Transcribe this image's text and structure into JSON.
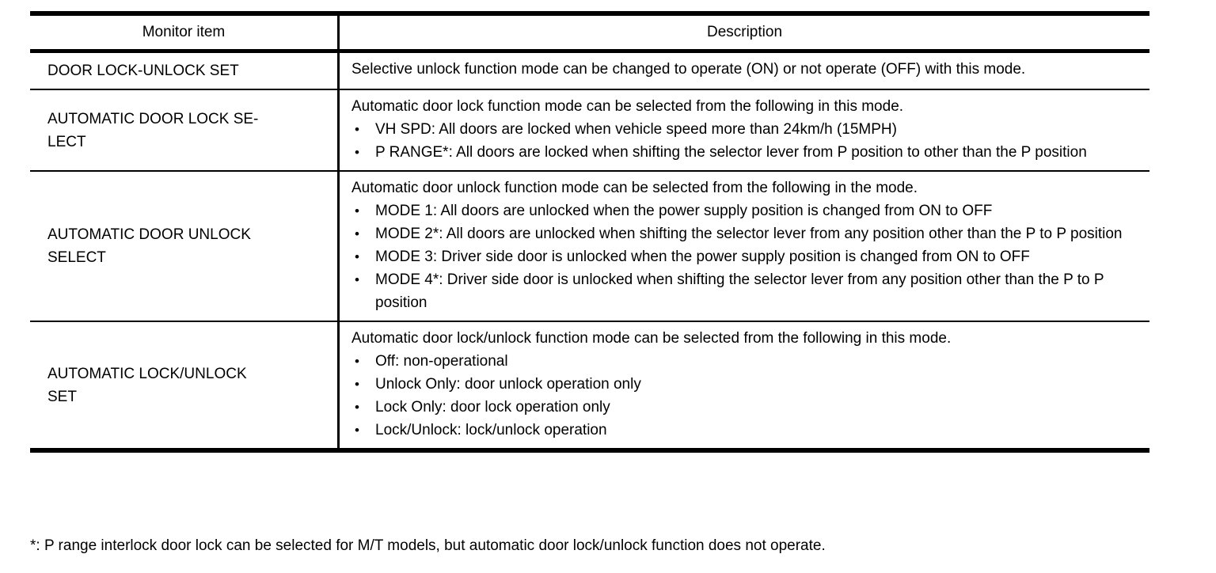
{
  "table": {
    "headers": {
      "monitor_item": "Monitor item",
      "description": "Description"
    },
    "rows": [
      {
        "item_lines": [
          "DOOR LOCK-UNLOCK SET"
        ],
        "description": "Selective unlock function mode can be changed to operate (ON) or not operate (OFF) with this mode.",
        "bullets": []
      },
      {
        "item_lines": [
          "AUTOMATIC DOOR LOCK SE-",
          "LECT"
        ],
        "description": "Automatic door lock function mode can be selected from the following in this mode.",
        "bullets": [
          "VH SPD: All doors are locked when vehicle speed more than 24km/h (15MPH)",
          "P RANGE*: All doors are locked when shifting the selector lever from P position to other than the P position"
        ]
      },
      {
        "item_lines": [
          "AUTOMATIC DOOR UNLOCK",
          "SELECT"
        ],
        "description": "Automatic door unlock function mode can be selected from the following in the mode.",
        "bullets": [
          "MODE 1: All doors are unlocked when the power supply position is changed from ON to OFF",
          "MODE 2*: All doors are unlocked when shifting the selector lever from any position other than the P to P position",
          "MODE 3: Driver side door is unlocked when the power supply position is changed from ON to OFF",
          "MODE 4*: Driver side door is unlocked when shifting the selector lever from any position other than the P to P position"
        ]
      },
      {
        "item_lines": [
          "AUTOMATIC LOCK/UNLOCK",
          "SET"
        ],
        "description": "Automatic door lock/unlock function mode can be selected from the following in this mode.",
        "bullets": [
          "Off: non-operational",
          "Unlock Only: door unlock operation only",
          "Lock Only: door lock operation only",
          "Lock/Unlock: lock/unlock operation"
        ]
      }
    ]
  },
  "footnote": "*: P range interlock door lock can be selected for M/T models, but automatic door lock/unlock function does not operate.",
  "colors": {
    "text": "#000000",
    "background": "#ffffff",
    "rule": "#000000"
  },
  "icons": {
    "bullet": "•"
  }
}
